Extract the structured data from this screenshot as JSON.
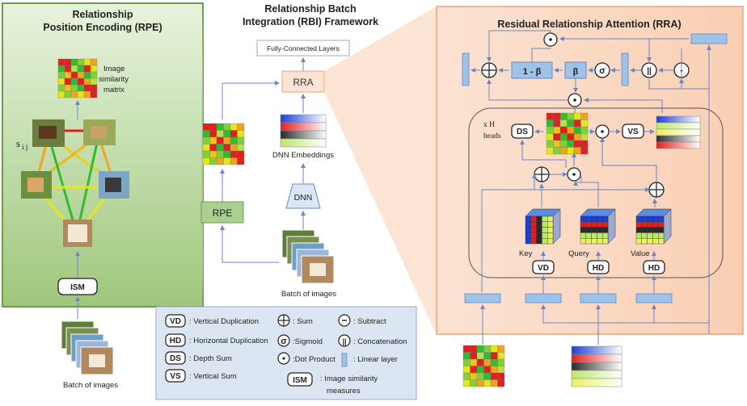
{
  "rpe": {
    "title_line1": "Relationship",
    "title_line2": "Position Encoding (RPE)",
    "matrix_label_line1": "Image",
    "matrix_label_line2": "similarity",
    "matrix_label_line3": "matrix",
    "sij": "s",
    "sij_sub": "i j",
    "ism_label": "ISM",
    "batch_label": "Batch of images"
  },
  "rbi": {
    "title_line1": "Relationship Batch",
    "title_line2": "Integration (RBI) Framework",
    "fc_label": "Fully-Connected Layers",
    "rra_label": "RRA",
    "rpe_label": "RPE",
    "embed_label": "DNN Embeddings",
    "dnn_label": "DNN",
    "batch_label": "Batch of images"
  },
  "rra": {
    "title": "Residual Relationship Attention (RRA)",
    "one_minus_beta": "1 - β",
    "beta": "β",
    "sigma": "σ",
    "concat": "||",
    "minus": "-",
    "heads_line1": "x H",
    "heads_line2": "heads",
    "ds": "DS",
    "vs": "VS",
    "key": "Key",
    "query": "Query",
    "value": "Value",
    "vd": "VD",
    "hd1": "HD",
    "hd2": "HD"
  },
  "legend": {
    "items": [
      {
        "key": "VD",
        "text": ": Vertical Duplication"
      },
      {
        "key": "HD",
        "text": ": Horizontal Duplication"
      },
      {
        "key": "DS",
        "text": ": Depth Sum"
      },
      {
        "key": "VS",
        "text": ": Vertical Sum"
      },
      {
        "sym": "⊕",
        "text": ": Sum"
      },
      {
        "sym": "σ",
        "text": ":Sigmoid"
      },
      {
        "sym": "·",
        "text": ":Dot Product"
      },
      {
        "sym": "-",
        "text": ": Subtract"
      },
      {
        "sym": "||",
        "text": ": Concatenation"
      },
      {
        "sym": "",
        "text": ": Linear layer"
      },
      {
        "key": "ISM",
        "text": ": Image similarity"
      },
      {
        "key": "",
        "text": "measures"
      }
    ]
  },
  "colors": {
    "green_panel": "#a9cf8c",
    "green_panel_border": "#6e9a4e",
    "orange_panel": "#fbd9c3",
    "orange_panel_border": "#e9a57a",
    "legend_bg": "#dce6f2",
    "linear_layer": "#9dc3e6",
    "node_fill": "#e6eefb"
  }
}
